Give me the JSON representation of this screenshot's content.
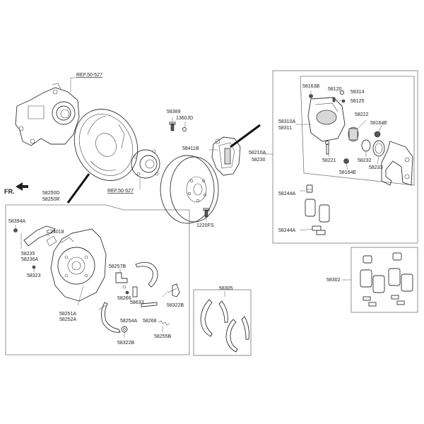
{
  "labels": {
    "ref_top": "REF.50-527",
    "ref_mid": "REF.50-527",
    "fr": "FR.",
    "p58389": "58389",
    "p1360jd": "1360JD",
    "p58411b": "58411B",
    "p58210a": "58210A",
    "p58230": "58230",
    "p1220fs": "1220FS",
    "p58250d": "58250D",
    "p58250r": "58250R",
    "p58394a": "58394A",
    "pc24018": "C24018",
    "p58235": "58235",
    "p58236a": "58236A",
    "p58323": "58323",
    "p58257b": "58257B",
    "p58266": "58266",
    "p58633": "58633",
    "p58322b_a": "58322B",
    "p58251a": "58251A",
    "p58252a": "58252A",
    "p58254a": "58254A",
    "p58268": "58268",
    "p58322b_b": "58322B",
    "p58255b": "58255B",
    "p58305": "58305",
    "p58310a": "58310A",
    "p58311": "58311",
    "p58163b": "58163B",
    "p58120": "58120",
    "p58314": "58314",
    "p58125": "58125",
    "p58222": "58222",
    "p58164e_a": "58164E",
    "p58221": "58221",
    "p58232": "58232",
    "p58233": "58233",
    "p58164e_b": "58164E",
    "p58244a_a": "58244A",
    "p58244a_b": "58244A",
    "p58302": "58302"
  },
  "icons": {
    "fr_arrow": "forward-arrow-icon"
  },
  "colors": {
    "line": "#333333",
    "box": "#777777",
    "text": "#222222"
  }
}
